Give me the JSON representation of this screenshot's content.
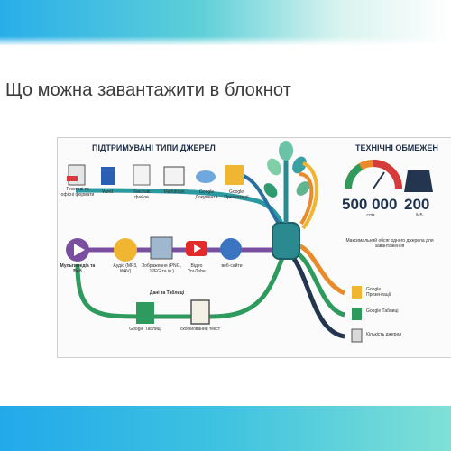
{
  "slide": {
    "title": "Що можна завантажити в блокнот"
  },
  "figure": {
    "left_header": "ПІДТРИМУВАНІ ТИПИ ДЖЕРЕЛ",
    "right_header": "ТЕХНІЧНІ ОБМЕЖЕН",
    "row1": [
      {
        "label": "Текстові та офісні формати",
        "icon": "pdf-document-icon"
      },
      {
        "label": "Word",
        "icon": "word-icon"
      },
      {
        "label": "Текстові файли",
        "icon": "text-file-icon"
      },
      {
        "label": "Markdown",
        "icon": "markdown-icon"
      },
      {
        "label": "Google Документи",
        "icon": "cloud-icon"
      },
      {
        "label": "Google Презентації",
        "icon": "slides-icon"
      }
    ],
    "row2": [
      {
        "label": "Мультимедіа та Веб",
        "icon": "play-icon"
      },
      {
        "label": "Аудіо (MP3, WAV)",
        "icon": "audio-wave-icon"
      },
      {
        "label": "Зображення (PNG, JPEG та ін.)",
        "icon": "image-icon"
      },
      {
        "label": "Відео YouTube",
        "icon": "youtube-icon"
      },
      {
        "label": "веб-сайти",
        "icon": "globe-icon"
      }
    ],
    "row3": {
      "label": "Дані та Таблиці",
      "items": [
        {
          "label": "Google Таблиці",
          "icon": "sheets-icon"
        },
        {
          "label": "скопійований текст",
          "icon": "clipboard-icon"
        }
      ]
    },
    "limits": {
      "words_value": "500 000",
      "words_unit": "слів",
      "size_value": "200",
      "size_unit": "МБ",
      "caption": "Максимальний обсяг одного джерела для завантаження"
    },
    "outputs": [
      {
        "label": "Google Презентації",
        "icon": "slides-icon"
      },
      {
        "label": "Google Таблиці",
        "icon": "sheets-icon"
      },
      {
        "label": "Кількість джерел",
        "icon": "stack-icon"
      }
    ],
    "colors": {
      "teal": "#1f8b8d",
      "green": "#2e9a5d",
      "orange": "#e98a2b",
      "yellow": "#f0b632",
      "purple": "#6b4fa3",
      "navy": "#24364f"
    }
  }
}
